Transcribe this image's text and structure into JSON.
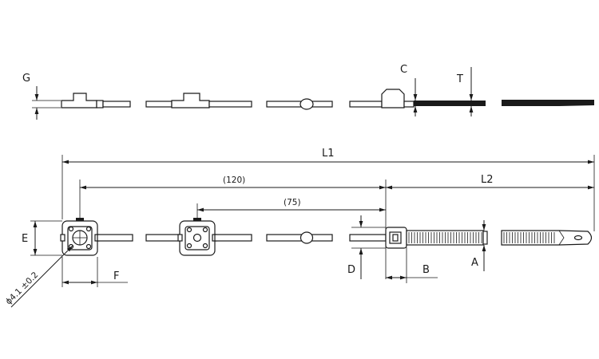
{
  "diagram": {
    "labels": {
      "G": "G",
      "C": "C",
      "T": "T",
      "L1": "L1",
      "L2": "L2",
      "dim_120": "(120)",
      "dim_75": "(75)",
      "E": "E",
      "F": "F",
      "D": "D",
      "B": "B",
      "A": "A",
      "hole": "ϕ4.1 ±0.2"
    }
  }
}
